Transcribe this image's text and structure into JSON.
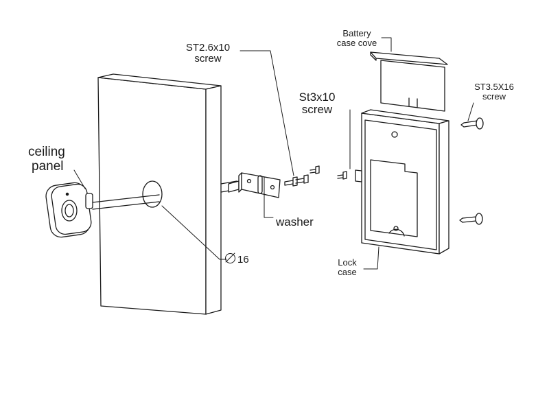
{
  "labels": {
    "ceiling_panel": [
      "ceiling",
      "panel"
    ],
    "st26_screw": [
      "ST2.6x10",
      "screw"
    ],
    "st3_screw": [
      "St3x10",
      "screw"
    ],
    "battery_cover": [
      "Battery",
      "case cove"
    ],
    "st35_screw": [
      "ST3.5X16",
      "screw"
    ],
    "washer": "washer",
    "diameter": "16",
    "lock_case": [
      "Lock",
      "case"
    ]
  },
  "colors": {
    "line": "#1a1a1a",
    "fill": "#ffffff"
  },
  "icons": {
    "diameter_symbol": "diameter-icon"
  }
}
